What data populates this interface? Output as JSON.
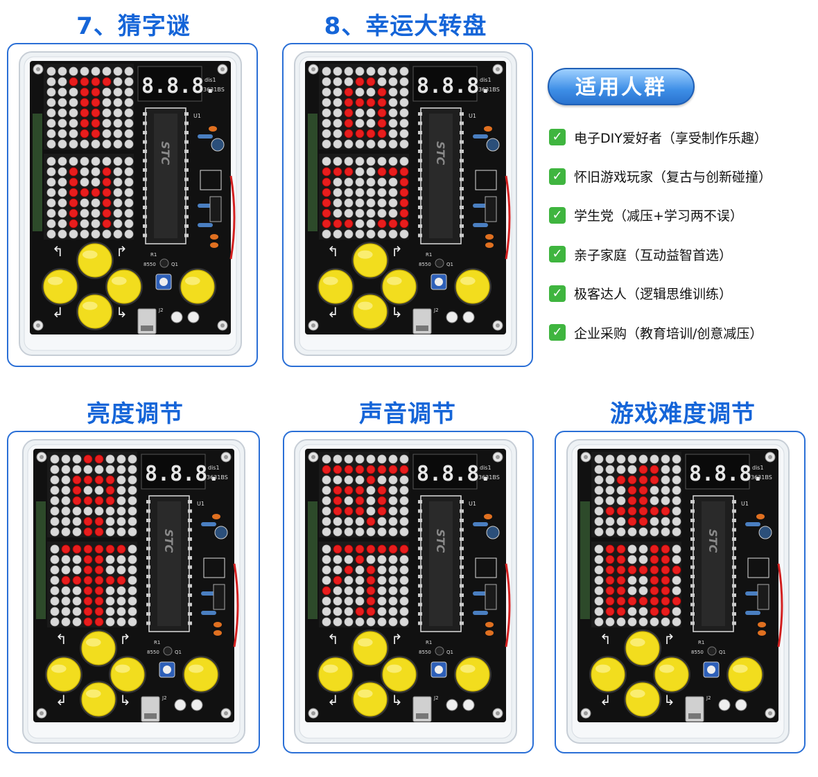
{
  "panels": [
    {
      "title": "7、猜字谜"
    },
    {
      "title": "8、幸运大转盘"
    },
    {
      "title": "亮度调节"
    },
    {
      "title": "声音调节"
    },
    {
      "title": "游戏难度调节"
    }
  ],
  "audience": {
    "badge": "适用人群",
    "items": [
      "电子DIY爱好者（享受制作乐趣）",
      "怀旧游戏玩家（复古与创新碰撞）",
      "学生党（减压+学习两不误）",
      "亲子家庭（互动益智首选）",
      "极客达人（逻辑思维训练）",
      "企业采购（教育培训/创意减压）"
    ]
  },
  "device": {
    "display_digits": "8.8.8.",
    "label_dis": "dis1",
    "label_part": "3631BS",
    "chip_brand": "STC",
    "label_u1": "U1",
    "label_q1": "Q1",
    "label_8550": "8550",
    "label_r1": "R1",
    "label_j2": "J2"
  },
  "colors": {
    "title_blue": "#1565d8",
    "led_on": "#e81d1d",
    "button_yellow": "#f2dd1e",
    "pcb": "#111111"
  }
}
